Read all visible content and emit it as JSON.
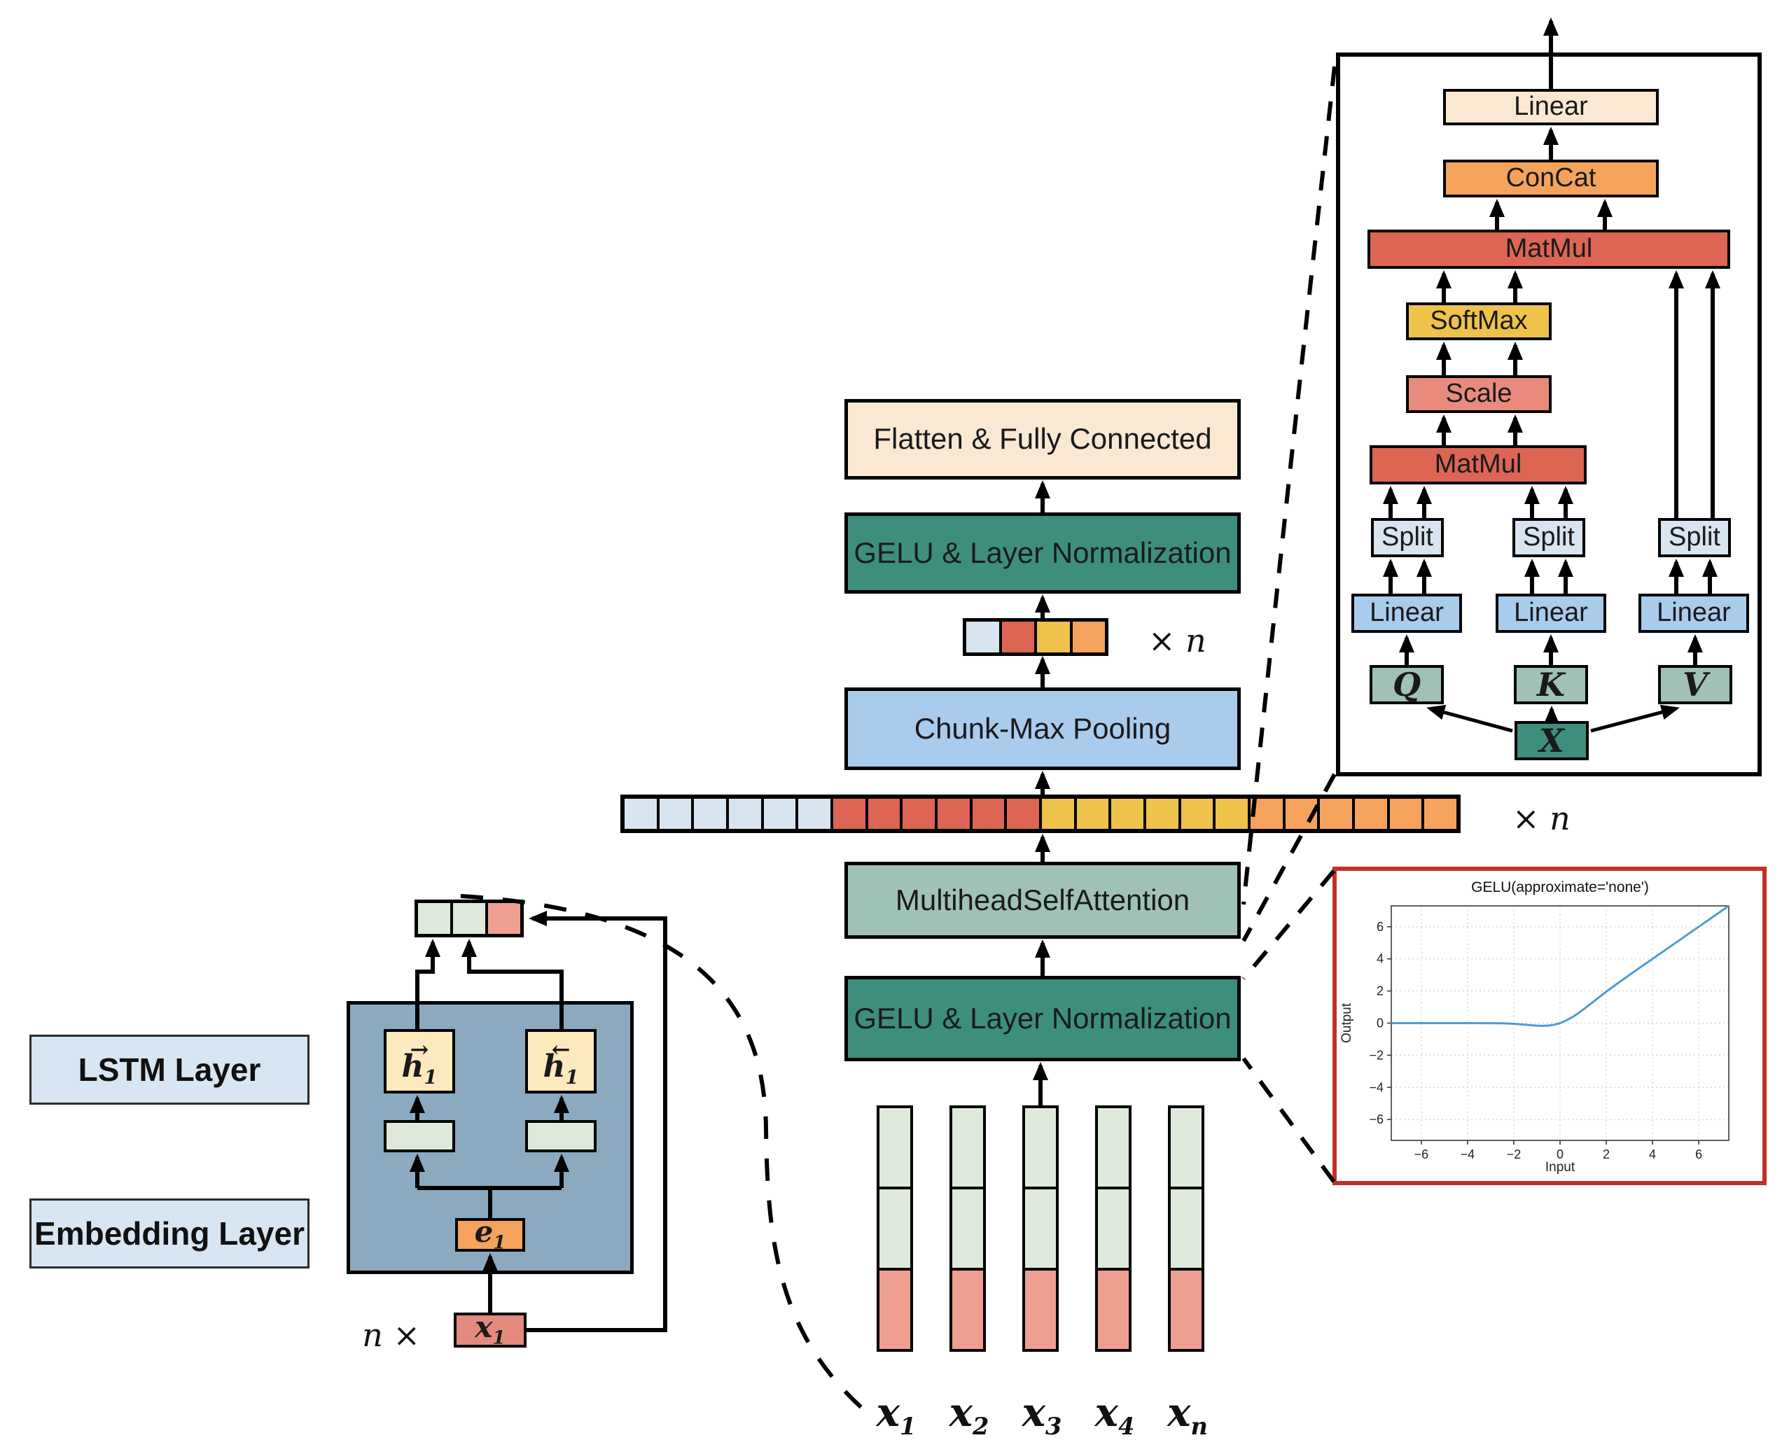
{
  "palette": {
    "teal": "#3e8e7d",
    "sage": "#9fc2b4",
    "mid_blue": "#a9cbec",
    "pale_blue": "#d9e4f1",
    "cream": "#fae8d3",
    "orange": "#f5a35c",
    "red": "#dc6553",
    "yellow": "#efc34b",
    "scale_salmon": "#e88b7d",
    "steel_blue": "#8baabf",
    "pale_green": "#dfe9dc",
    "salmon_cell": "#ef9f90",
    "x_box_salmon": "#e3897e",
    "h_cream": "#fce9be",
    "label_blue": "#d8e5f2",
    "panel_red_border": "#c13127",
    "line_black": "#000000"
  },
  "left": {
    "lstm_label": "LSTM Layer",
    "embedding_label": "Embedding Layer",
    "n_times": "n ×",
    "h_forward": {
      "arrow": "→",
      "base": "h",
      "sub": "1"
    },
    "h_backward": {
      "arrow": "←",
      "base": "h",
      "sub": "1"
    },
    "e": {
      "base": "e",
      "sub": "1"
    },
    "x": {
      "base": "x",
      "sub": "1"
    },
    "out_vector_cells": [
      "#dfe9dc",
      "#dfe9dc",
      "#ef9f90"
    ]
  },
  "middle": {
    "flatten_label": "Flatten & Fully Connected",
    "gelu_top_label": "GELU & Layer Normalization",
    "chunk_label": "Chunk-Max Pooling",
    "msa_label": "MultiheadSelfAttention",
    "gelu_bottom_label": "GELU & Layer Normalization",
    "minibar_times_n": "× n",
    "longbar_times_n": "× n",
    "minibar_cells": [
      "#d9e4f1",
      "#dc6553",
      "#efc34b",
      "#f5a35c"
    ],
    "longbar_cells": [
      {
        "color": "#d9e4f1",
        "count": 6
      },
      {
        "color": "#dc6553",
        "count": 6
      },
      {
        "color": "#efc34b",
        "count": 6
      },
      {
        "color": "#f5a35c",
        "count": 6
      }
    ],
    "input_bars": {
      "count": 5,
      "segment_colors": [
        "#dfe9dc",
        "#dfe9dc",
        "#ef9f90"
      ]
    },
    "input_labels": [
      {
        "base": "x",
        "sub": "1"
      },
      {
        "base": "x",
        "sub": "2"
      },
      {
        "base": "x",
        "sub": "3"
      },
      {
        "base": "x",
        "sub": "4"
      },
      {
        "base": "x",
        "sub": "n"
      }
    ]
  },
  "attention": {
    "linear_out": "Linear",
    "concat": "ConCat",
    "matmul_upper": "MatMul",
    "softmax": "SoftMax",
    "scale": "Scale",
    "matmul_lower": "MatMul",
    "split": "Split",
    "linear_in": "Linear",
    "q": "Q",
    "k": "K",
    "v": "V",
    "x": "X"
  },
  "chart_data": {
    "type": "line",
    "title": "GELU(approximate='none')",
    "xlabel": "Input",
    "ylabel": "Output",
    "xlim": [
      -7.3,
      7.3
    ],
    "ylim": [
      -7.3,
      7.3
    ],
    "xticks": [
      -6,
      -4,
      -2,
      0,
      2,
      4,
      6
    ],
    "yticks": [
      -6,
      -4,
      -2,
      0,
      2,
      4,
      6
    ],
    "grid": true,
    "legend_position": "none",
    "line_color": "#4d9cd4",
    "series": [
      {
        "name": "GELU",
        "x": [
          -7.3,
          -6,
          -5,
          -4,
          -3,
          -2.5,
          -2,
          -1.75,
          -1.5,
          -1.25,
          -1,
          -0.75,
          -0.5,
          -0.25,
          0,
          0.25,
          0.5,
          0.75,
          1,
          1.25,
          1.5,
          2,
          2.5,
          3,
          3.5,
          4,
          5,
          6,
          7,
          7.3
        ],
        "y": [
          0,
          0,
          0,
          0,
          -0.004,
          -0.015,
          -0.045,
          -0.07,
          -0.1,
          -0.131,
          -0.159,
          -0.17,
          -0.154,
          -0.099,
          0,
          0.151,
          0.346,
          0.58,
          0.841,
          1.119,
          1.4,
          1.955,
          2.485,
          2.996,
          3.499,
          4.0,
          5.0,
          6.0,
          7.0,
          7.3
        ]
      }
    ]
  }
}
